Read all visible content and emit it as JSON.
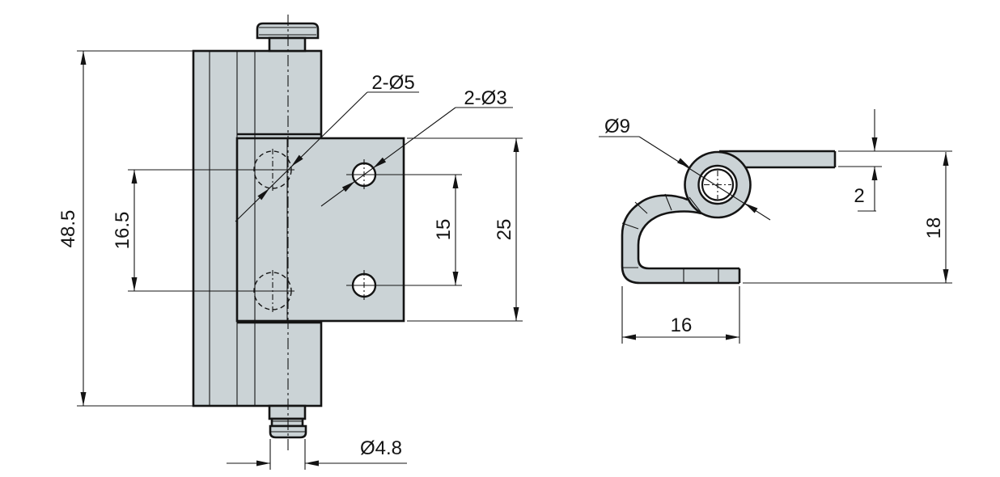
{
  "drawing_colors": {
    "part_fill": "#cbd3d6",
    "line_color": "#141414",
    "background": "#ffffff",
    "hole_fill": "#ffffff"
  },
  "front_view": {
    "dims": {
      "overall_height": "48.5",
      "leaf_hole_spacing": "16.5",
      "leaf_holes_label": "2-Ø5",
      "plate_holes_label": "2-Ø3",
      "plate_hole_spacing": "15",
      "plate_height": "25",
      "pin_diameter": "Ø4.8"
    }
  },
  "side_view": {
    "dims": {
      "knuckle_diameter": "Ø9",
      "leaf_thickness": "2",
      "overall_height": "18",
      "hook_width": "16"
    }
  }
}
